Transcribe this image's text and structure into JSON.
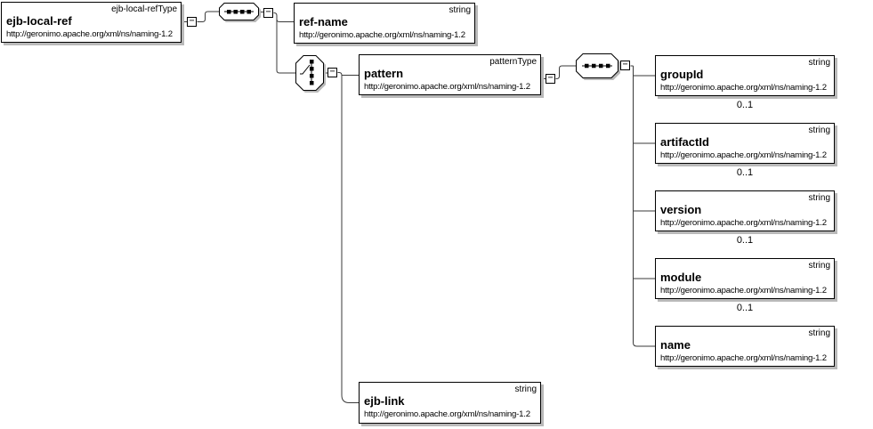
{
  "icons": {
    "collapse_glyph": "−",
    "sequence_icon": "sequence-compositor",
    "choice_icon": "choice-compositor"
  },
  "colors": {
    "background": "#ffffff",
    "box_border": "#000000",
    "box_shadow": "#b9b9b9",
    "connector_line": "#3a3a3a"
  },
  "namespace": "http://geronimo.apache.org/xml/ns/naming-1.2",
  "nodes": {
    "ejb_local_ref": {
      "name": "ejb-local-ref",
      "type": "ejb-local-refType",
      "namespace": "http://geronimo.apache.org/xml/ns/naming-1.2"
    },
    "ref_name": {
      "name": "ref-name",
      "type": "string",
      "namespace": "http://geronimo.apache.org/xml/ns/naming-1.2"
    },
    "pattern": {
      "name": "pattern",
      "type": "patternType",
      "namespace": "http://geronimo.apache.org/xml/ns/naming-1.2"
    },
    "group_id": {
      "name": "groupId",
      "type": "string",
      "namespace": "http://geronimo.apache.org/xml/ns/naming-1.2",
      "occurrence": "0..1"
    },
    "artifact_id": {
      "name": "artifactId",
      "type": "string",
      "namespace": "http://geronimo.apache.org/xml/ns/naming-1.2",
      "occurrence": "0..1"
    },
    "version": {
      "name": "version",
      "type": "string",
      "namespace": "http://geronimo.apache.org/xml/ns/naming-1.2",
      "occurrence": "0..1"
    },
    "module": {
      "name": "module",
      "type": "string",
      "namespace": "http://geronimo.apache.org/xml/ns/naming-1.2",
      "occurrence": "0..1"
    },
    "name": {
      "name": "name",
      "type": "string",
      "namespace": "http://geronimo.apache.org/xml/ns/naming-1.2"
    },
    "ejb_link": {
      "name": "ejb-link",
      "type": "string",
      "namespace": "http://geronimo.apache.org/xml/ns/naming-1.2"
    }
  }
}
